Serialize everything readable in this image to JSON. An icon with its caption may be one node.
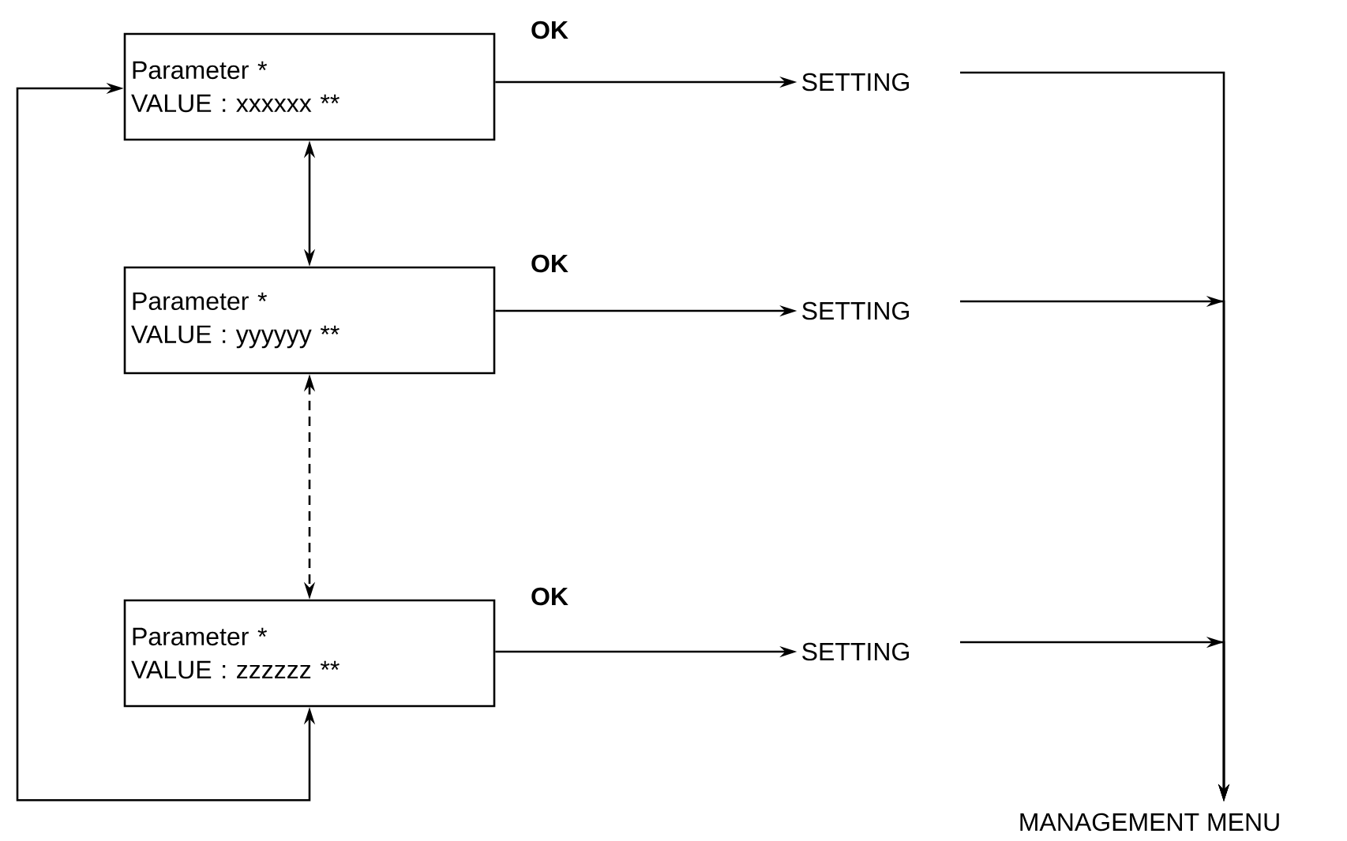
{
  "diagram": {
    "nodes": [
      {
        "text": [
          "Parameter *",
          "VALUE : xxxxxx **"
        ]
      },
      {
        "text": [
          "Parameter   *",
          "VALUE  : yyyyyy **"
        ]
      },
      {
        "text": [
          "Parameter   *",
          "VALUE  : zzzzzz **"
        ]
      },
      {
        "text": [
          "SETTING"
        ]
      },
      {
        "text": [
          "SETTING"
        ]
      },
      {
        "text": [
          "SETTING"
        ]
      },
      {
        "text": [
          "MANAGEMENT MENU"
        ]
      }
    ],
    "edges": [
      {
        "from": 0,
        "to": 3,
        "arrow": "to",
        "label": "OK"
      },
      {
        "from": 1,
        "to": 4,
        "arrow": "to",
        "label": "OK"
      },
      {
        "from": 2,
        "to": 5,
        "arrow": "to",
        "label": "OK"
      },
      {
        "from": 0,
        "to": 1,
        "arrow": "both"
      },
      {
        "from": 1,
        "to": 2,
        "arrow": "both",
        "style": "dashed"
      },
      {
        "from": 2,
        "to": 0,
        "arrow": "both"
      },
      {
        "from": 3,
        "to": 6,
        "arrow": "to"
      },
      {
        "from": 4,
        "to": 6,
        "arrow": "to"
      },
      {
        "from": 5,
        "to": 6,
        "arrow": "to"
      }
    ]
  }
}
